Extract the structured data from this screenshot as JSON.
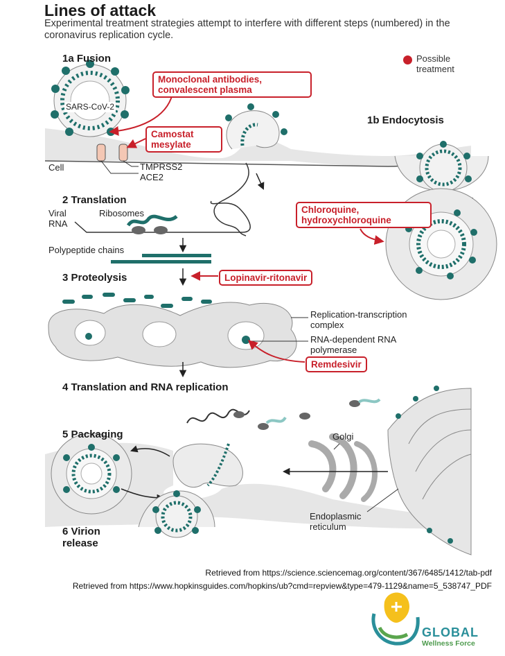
{
  "header": {
    "title": "Lines of attack",
    "subtitle": "Experimental treatment strategies attempt to interfere with different steps (numbered) in the coronavirus replication cycle."
  },
  "legend": {
    "label": "Possible treatment",
    "color": "#c8202a"
  },
  "steps": {
    "s1a": "1a Fusion",
    "s1b": "1b Endocytosis",
    "s2": "2 Translation",
    "s3": "3 Proteolysis",
    "s4": "4 Translation and RNA replication",
    "s5": "5 Packaging",
    "s6": "6 Virion release"
  },
  "treatments": {
    "t1": "Monoclonal antibodies, convalescent plasma",
    "t2": "Camostat mesylate",
    "t3": "Chloroquine, hydroxychloroquine",
    "t4": "Lopinavir-ritonavir",
    "t5": "Remdesivir"
  },
  "labels": {
    "virus": "SARS-CoV-2",
    "cell": "Cell",
    "tmprss2": "TMPRSS2",
    "ace2": "ACE2",
    "viral_rna": "Viral RNA",
    "ribosomes": "Ribosomes",
    "polypeptide": "Polypeptide chains",
    "rtc": "Replication-transcription complex",
    "rdrp": "RNA-dependent RNA polymerase",
    "golgi": "Golgi",
    "er": "Endoplasmic reticulum"
  },
  "credits": {
    "line1": "Retrieved from https://science.sciencemag.org/content/367/6485/1412/tab-pdf",
    "line2": "Retrieved from https://www.hopkinsguides.com/hopkins/ub?cmd=repview&type=479-1129&name=5_538747_PDF"
  },
  "logo": {
    "line1": "GLOBAL",
    "line2": "Wellness Force"
  },
  "colors": {
    "accent_red": "#c8202a",
    "teal": "#1f6f6a",
    "membrane_gray": "#d9d9d9"
  }
}
